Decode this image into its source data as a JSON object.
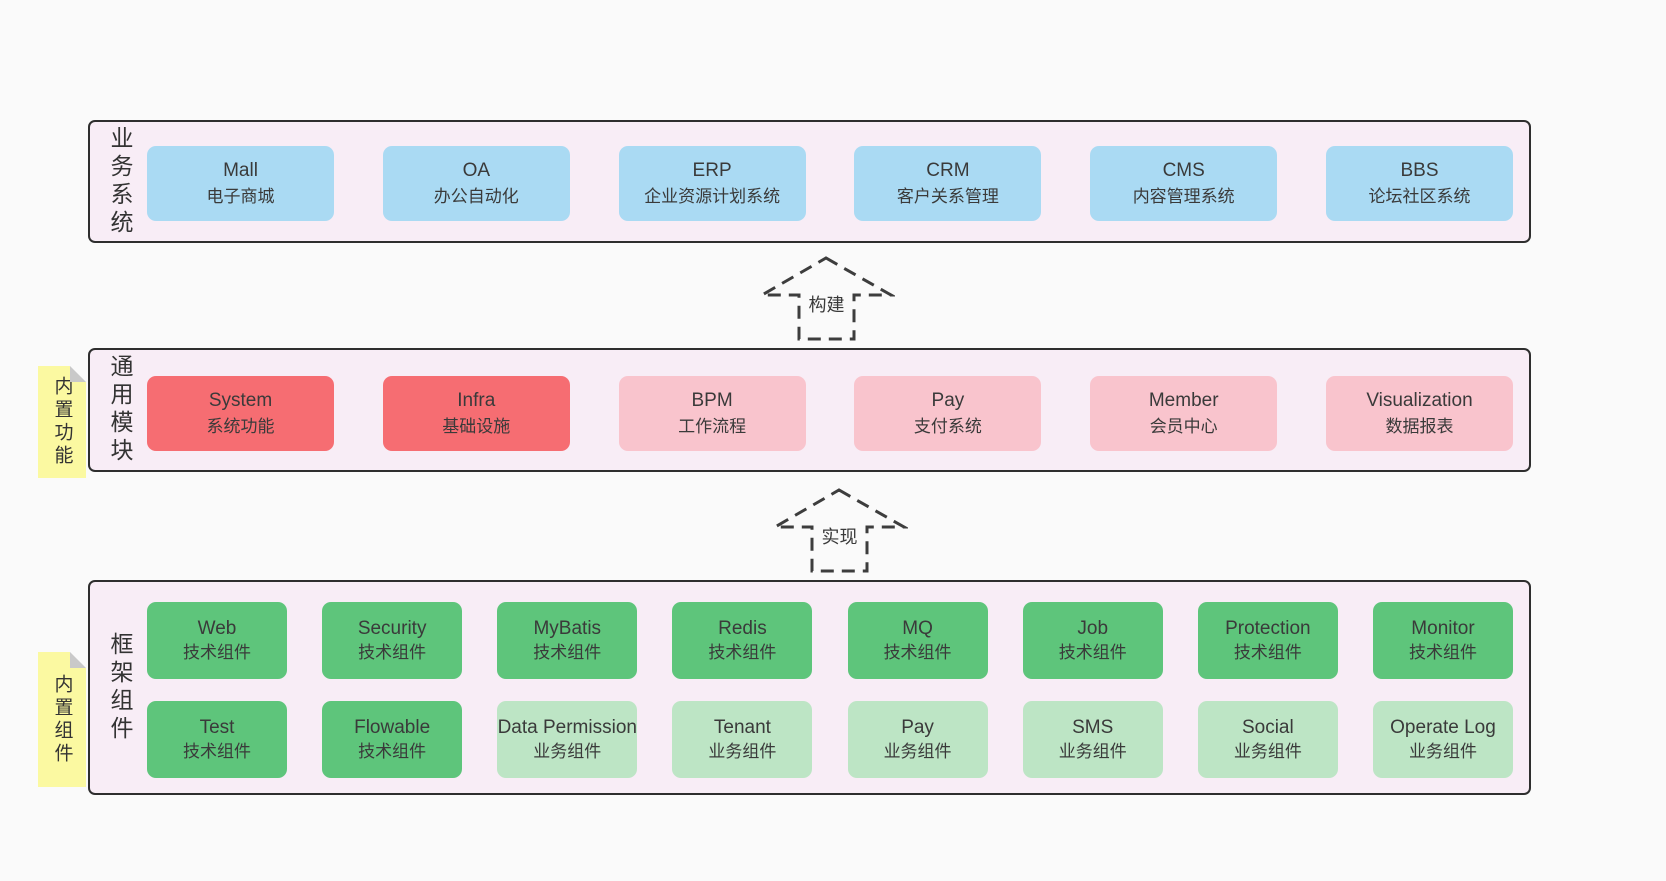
{
  "colors": {
    "page_bg": "#fafafa",
    "panel_bg": "#f8edf6",
    "panel_border": "#2e2e2e",
    "blue_box": "#aadaf3",
    "red_box": "#f66d72",
    "pink_box": "#f9c4cd",
    "green_dark_box": "#5ec57b",
    "green_light_box": "#bde5c5",
    "yellow_note": "#fbf9a1",
    "note_fold": "#c9c9c9",
    "text": "#3a3a3a"
  },
  "sections": {
    "business": {
      "label": "业务系统",
      "boxes": [
        {
          "title": "Mall",
          "subtitle": "电子商城"
        },
        {
          "title": "OA",
          "subtitle": "办公自动化"
        },
        {
          "title": "ERP",
          "subtitle": "企业资源计划系统"
        },
        {
          "title": "CRM",
          "subtitle": "客户关系管理"
        },
        {
          "title": "CMS",
          "subtitle": "内容管理系统"
        },
        {
          "title": "BBS",
          "subtitle": "论坛社区系统"
        }
      ]
    },
    "modules": {
      "label": "通用模块",
      "note": "内置功能",
      "boxes": [
        {
          "title": "System",
          "subtitle": "系统功能"
        },
        {
          "title": "Infra",
          "subtitle": "基础设施"
        },
        {
          "title": "BPM",
          "subtitle": "工作流程"
        },
        {
          "title": "Pay",
          "subtitle": "支付系统"
        },
        {
          "title": "Member",
          "subtitle": "会员中心"
        },
        {
          "title": "Visualization",
          "subtitle": "数据报表"
        }
      ]
    },
    "framework": {
      "label": "框架组件",
      "note": "内置组件",
      "row1": [
        {
          "title": "Web",
          "subtitle": "技术组件"
        },
        {
          "title": "Security",
          "subtitle": "技术组件"
        },
        {
          "title": "MyBatis",
          "subtitle": "技术组件"
        },
        {
          "title": "Redis",
          "subtitle": "技术组件"
        },
        {
          "title": "MQ",
          "subtitle": "技术组件"
        },
        {
          "title": "Job",
          "subtitle": "技术组件"
        },
        {
          "title": "Protection",
          "subtitle": "技术组件"
        },
        {
          "title": "Monitor",
          "subtitle": "技术组件"
        }
      ],
      "row2": [
        {
          "title": "Test",
          "subtitle": "技术组件"
        },
        {
          "title": "Flowable",
          "subtitle": "技术组件"
        },
        {
          "title": "Data Permission",
          "subtitle": "业务组件"
        },
        {
          "title": "Tenant",
          "subtitle": "业务组件"
        },
        {
          "title": "Pay",
          "subtitle": "业务组件"
        },
        {
          "title": "SMS",
          "subtitle": "业务组件"
        },
        {
          "title": "Social",
          "subtitle": "业务组件"
        },
        {
          "title": "Operate Log",
          "subtitle": "业务组件"
        }
      ]
    }
  },
  "arrows": {
    "build": {
      "label": "构建"
    },
    "implement": {
      "label": "实现"
    }
  }
}
